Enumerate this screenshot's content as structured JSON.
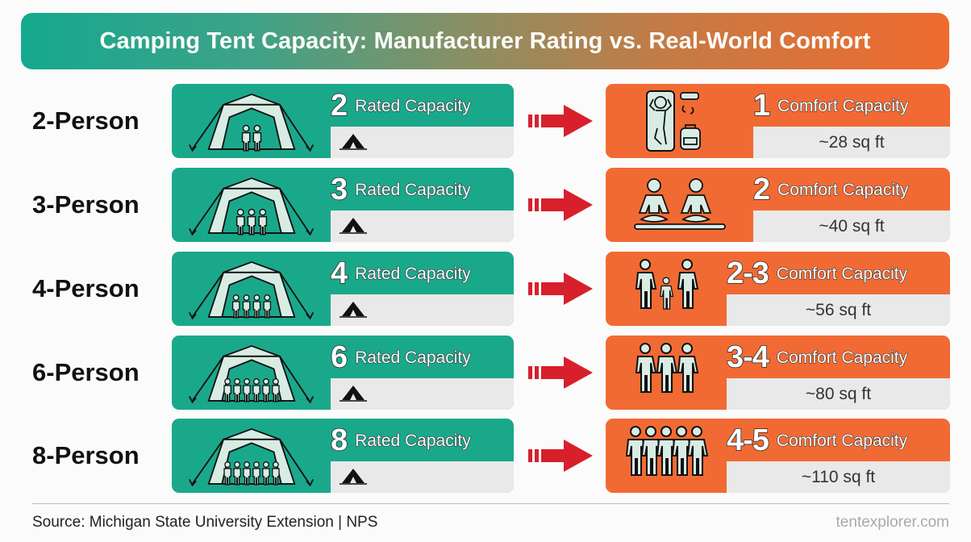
{
  "title": "Camping Tent Capacity: Manufacturer Rating vs. Real-World Comfort",
  "colors": {
    "rated_card": "#1aa88b",
    "comfort_card": "#f26a33",
    "arrow": "#d7202c",
    "sub_panel": "#e9e9e9",
    "icon_fill": "#d8ece4"
  },
  "rated_label": "Rated Capacity",
  "comfort_label": "Comfort Capacity",
  "rows": [
    {
      "tent": "2-Person",
      "rated": "2",
      "comfort": "1",
      "area": "~28 sq ft",
      "rated_icon": "tent-2-people-icon",
      "comfort_icon": "sleeping-bag-backpack-icon"
    },
    {
      "tent": "3-Person",
      "rated": "3",
      "comfort": "2",
      "area": "~40 sq ft",
      "rated_icon": "tent-3-people-icon",
      "comfort_icon": "two-people-sitting-icon"
    },
    {
      "tent": "4-Person",
      "rated": "4",
      "comfort": "2-3",
      "area": "~56 sq ft",
      "rated_icon": "tent-4-people-icon",
      "comfort_icon": "family-two-adults-child-icon"
    },
    {
      "tent": "6-Person",
      "rated": "6",
      "comfort": "3-4",
      "area": "~80 sq ft",
      "rated_icon": "tent-6-people-icon",
      "comfort_icon": "three-people-icon"
    },
    {
      "tent": "8-Person",
      "rated": "8",
      "comfort": "4-5",
      "area": "~110 sq ft",
      "rated_icon": "tent-8-people-icon",
      "comfort_icon": "five-people-icon"
    }
  ],
  "footer": {
    "source": "Source: Michigan State University Extension | NPS",
    "site": "tentexplorer.com"
  }
}
